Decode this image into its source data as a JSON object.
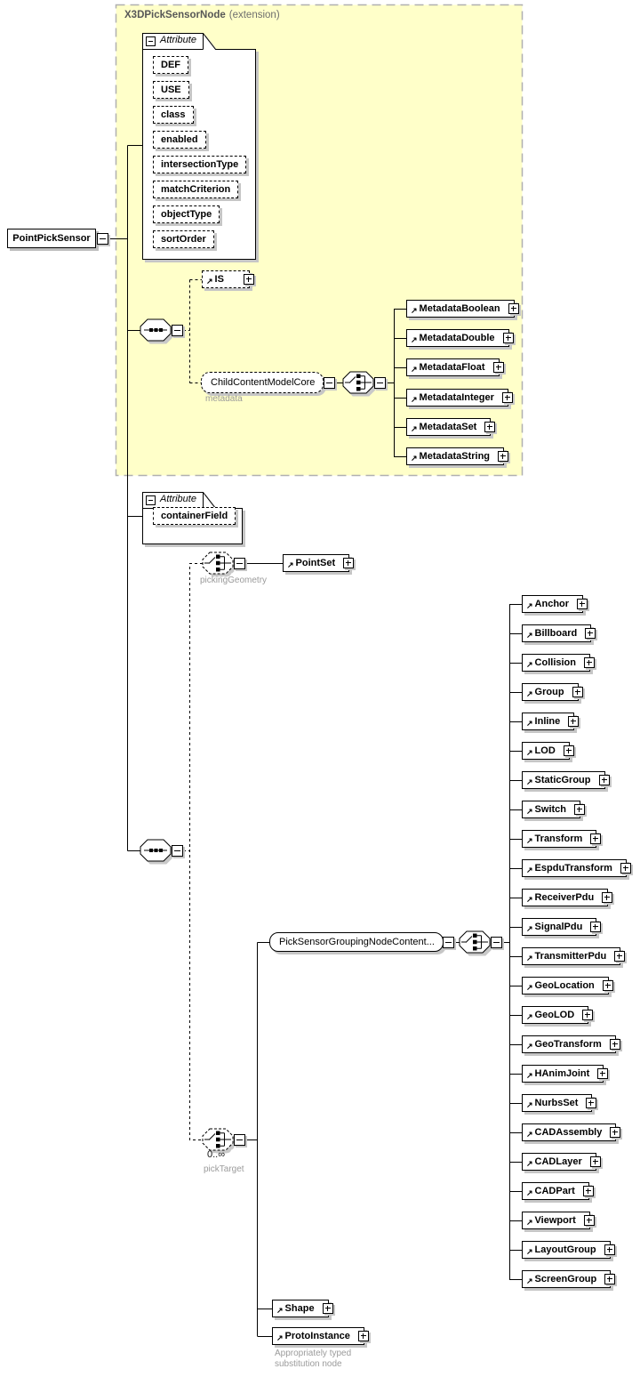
{
  "diagram": {
    "root": {
      "label": "PointPickSensor"
    },
    "extension_frame": {
      "title": "X3DPickSensorNode",
      "suffix": "(extension)"
    },
    "attribute_group_1": {
      "header": "Attribute",
      "items": [
        "DEF",
        "USE",
        "class",
        "enabled",
        "intersectionType",
        "matchCriterion",
        "objectType",
        "sortOrder"
      ]
    },
    "is_element": {
      "label": "IS"
    },
    "child_content": {
      "label": "ChildContentModelCore",
      "caption": "metadata"
    },
    "metadata_elements": [
      "MetadataBoolean",
      "MetadataDouble",
      "MetadataFloat",
      "MetadataInteger",
      "MetadataSet",
      "MetadataString"
    ],
    "attribute_group_2": {
      "header": "Attribute",
      "items": [
        "containerField"
      ]
    },
    "picking_geometry": {
      "caption": "pickingGeometry",
      "element": "PointSet"
    },
    "pick_target": {
      "cardinality": "0..∞",
      "caption": "pickTarget"
    },
    "grouping_content": {
      "label": "PickSensorGroupingNodeContent..."
    },
    "grouping_elements": [
      "Anchor",
      "Billboard",
      "Collision",
      "Group",
      "Inline",
      "LOD",
      "StaticGroup",
      "Switch",
      "Transform",
      "EspduTransform",
      "ReceiverPdu",
      "SignalPdu",
      "TransmitterPdu",
      "GeoLocation",
      "GeoLOD",
      "GeoTransform",
      "HAnimJoint",
      "NurbsSet",
      "CADAssembly",
      "CADLayer",
      "CADPart",
      "Viewport",
      "LayoutGroup",
      "ScreenGroup"
    ],
    "substitution": {
      "elements": [
        "Shape",
        "ProtoInstance"
      ],
      "caption_line1": "Appropriately typed",
      "caption_line2": "substitution node"
    },
    "icons": {
      "element_ref_arrow": "↗",
      "expand": "plus-icon",
      "collapse": "minus-icon"
    },
    "colors": {
      "extension_fill": "#ffffc9",
      "extension_border": "#b0b0b0",
      "box_shadow": "#c6c6c6",
      "caption_gray": "#9b9b9b",
      "header_gray": "#575757"
    }
  }
}
